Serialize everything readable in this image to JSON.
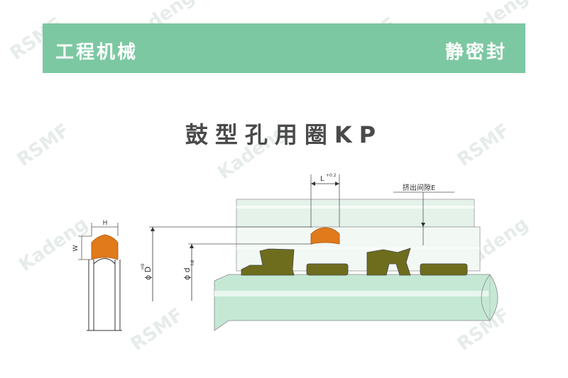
{
  "banner": {
    "left_text": "工程机械",
    "right_text": "静密封",
    "color": "#7cc8a2"
  },
  "title": "鼓型孔用圈KP",
  "watermarks": [
    "RSMF",
    "Kadeng"
  ],
  "section": {
    "height_label": "H",
    "width_label": "W"
  },
  "install": {
    "length_label": "L",
    "length_tol": "+0.2",
    "gap_label": "挤出间隙E",
    "bore_label": "ϕ D",
    "bore_tol": "H9",
    "rod_label": "ϕ d",
    "rod_tol": "h8"
  },
  "colors": {
    "seal": "#e07a1a",
    "guide": "#6e6d1e",
    "shaft": "#bfe6d2",
    "housing": "#e8f4ee"
  }
}
